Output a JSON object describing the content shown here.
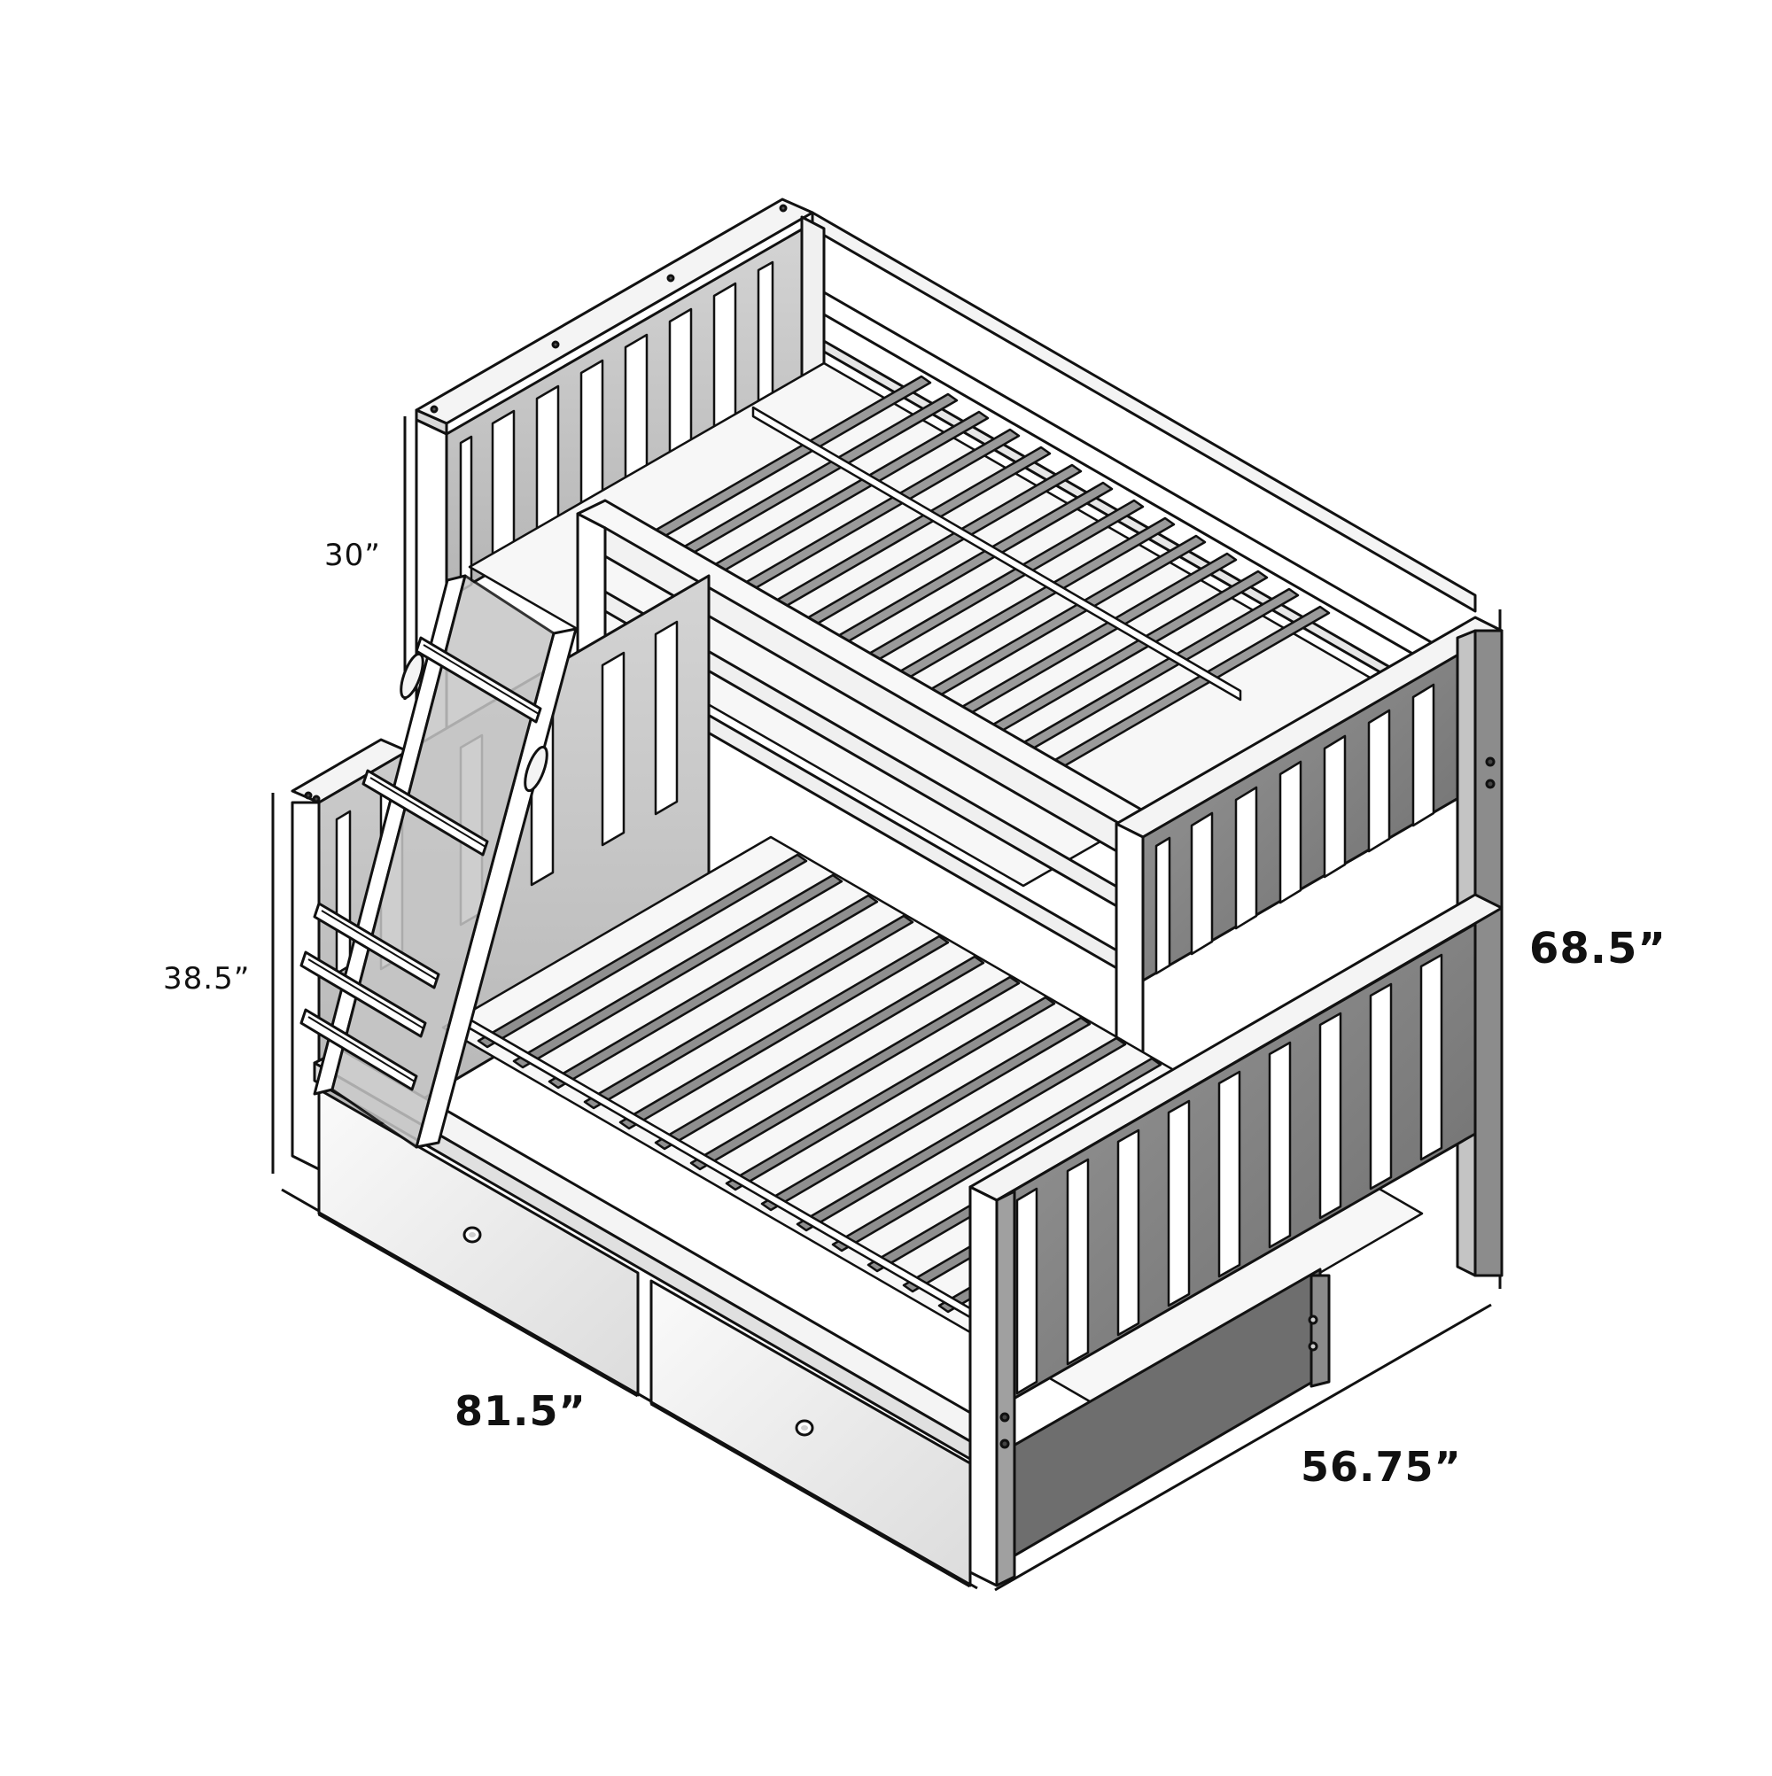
{
  "diagram": {
    "subject": "Twin over full bunk bed with staircase ladder and two under-bed storage drawers",
    "view": "isometric line drawing",
    "colors": {
      "background": "#ffffff",
      "line": "#111111",
      "light_face": "#f2f2f2",
      "mid_face": "#c8c8c8",
      "dark_face": "#8a8a8a",
      "shadow_face": "#6e6e6e"
    }
  },
  "dimensions": {
    "upper_bunk_height": {
      "label": "30”",
      "value": 30,
      "unit": "in"
    },
    "lower_bunk_height": {
      "label": "38.5”",
      "value": 38.5,
      "unit": "in"
    },
    "total_height": {
      "label": "68.5”",
      "value": 68.5,
      "unit": "in"
    },
    "length": {
      "label": "81.5”",
      "value": 81.5,
      "unit": "in"
    },
    "width": {
      "label": "56.75”",
      "value": 56.75,
      "unit": "in"
    }
  },
  "components": {
    "drawers": 2,
    "ladder_steps": 5,
    "bunks": [
      "upper (twin)",
      "lower (full)"
    ]
  }
}
